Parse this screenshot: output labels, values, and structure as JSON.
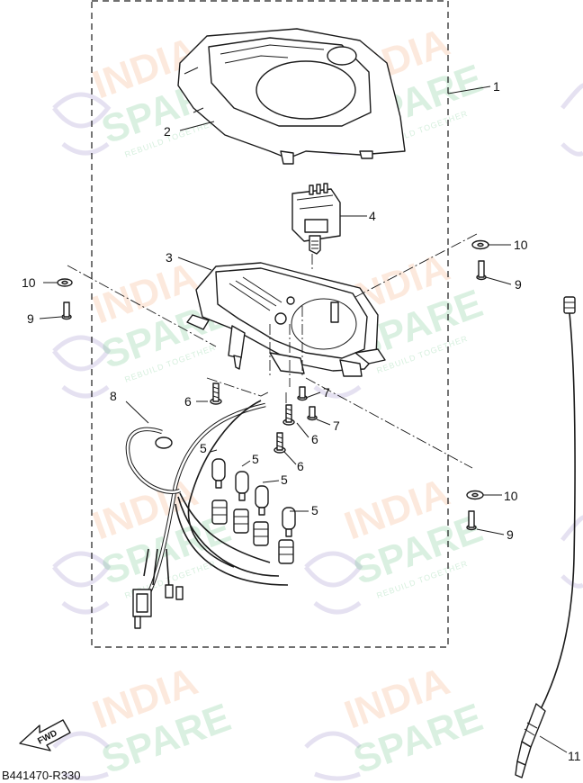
{
  "diagram": {
    "diagram_code": "B441470-R330",
    "direction_badge": "FWD",
    "callouts": [
      "1",
      "2",
      "3",
      "4",
      "5",
      "6",
      "7",
      "8",
      "9",
      "10",
      "11"
    ]
  },
  "watermark": {
    "word_top": "INDIA",
    "word_bottom": "SPARE",
    "tagline": "REBUILD TOGETHER",
    "color_top": "#f4a06a",
    "color_bottom": "#5cc07a",
    "color_icon": "#7b6ab8"
  },
  "colors": {
    "line": "#1a1a1a",
    "background": "#ffffff"
  }
}
